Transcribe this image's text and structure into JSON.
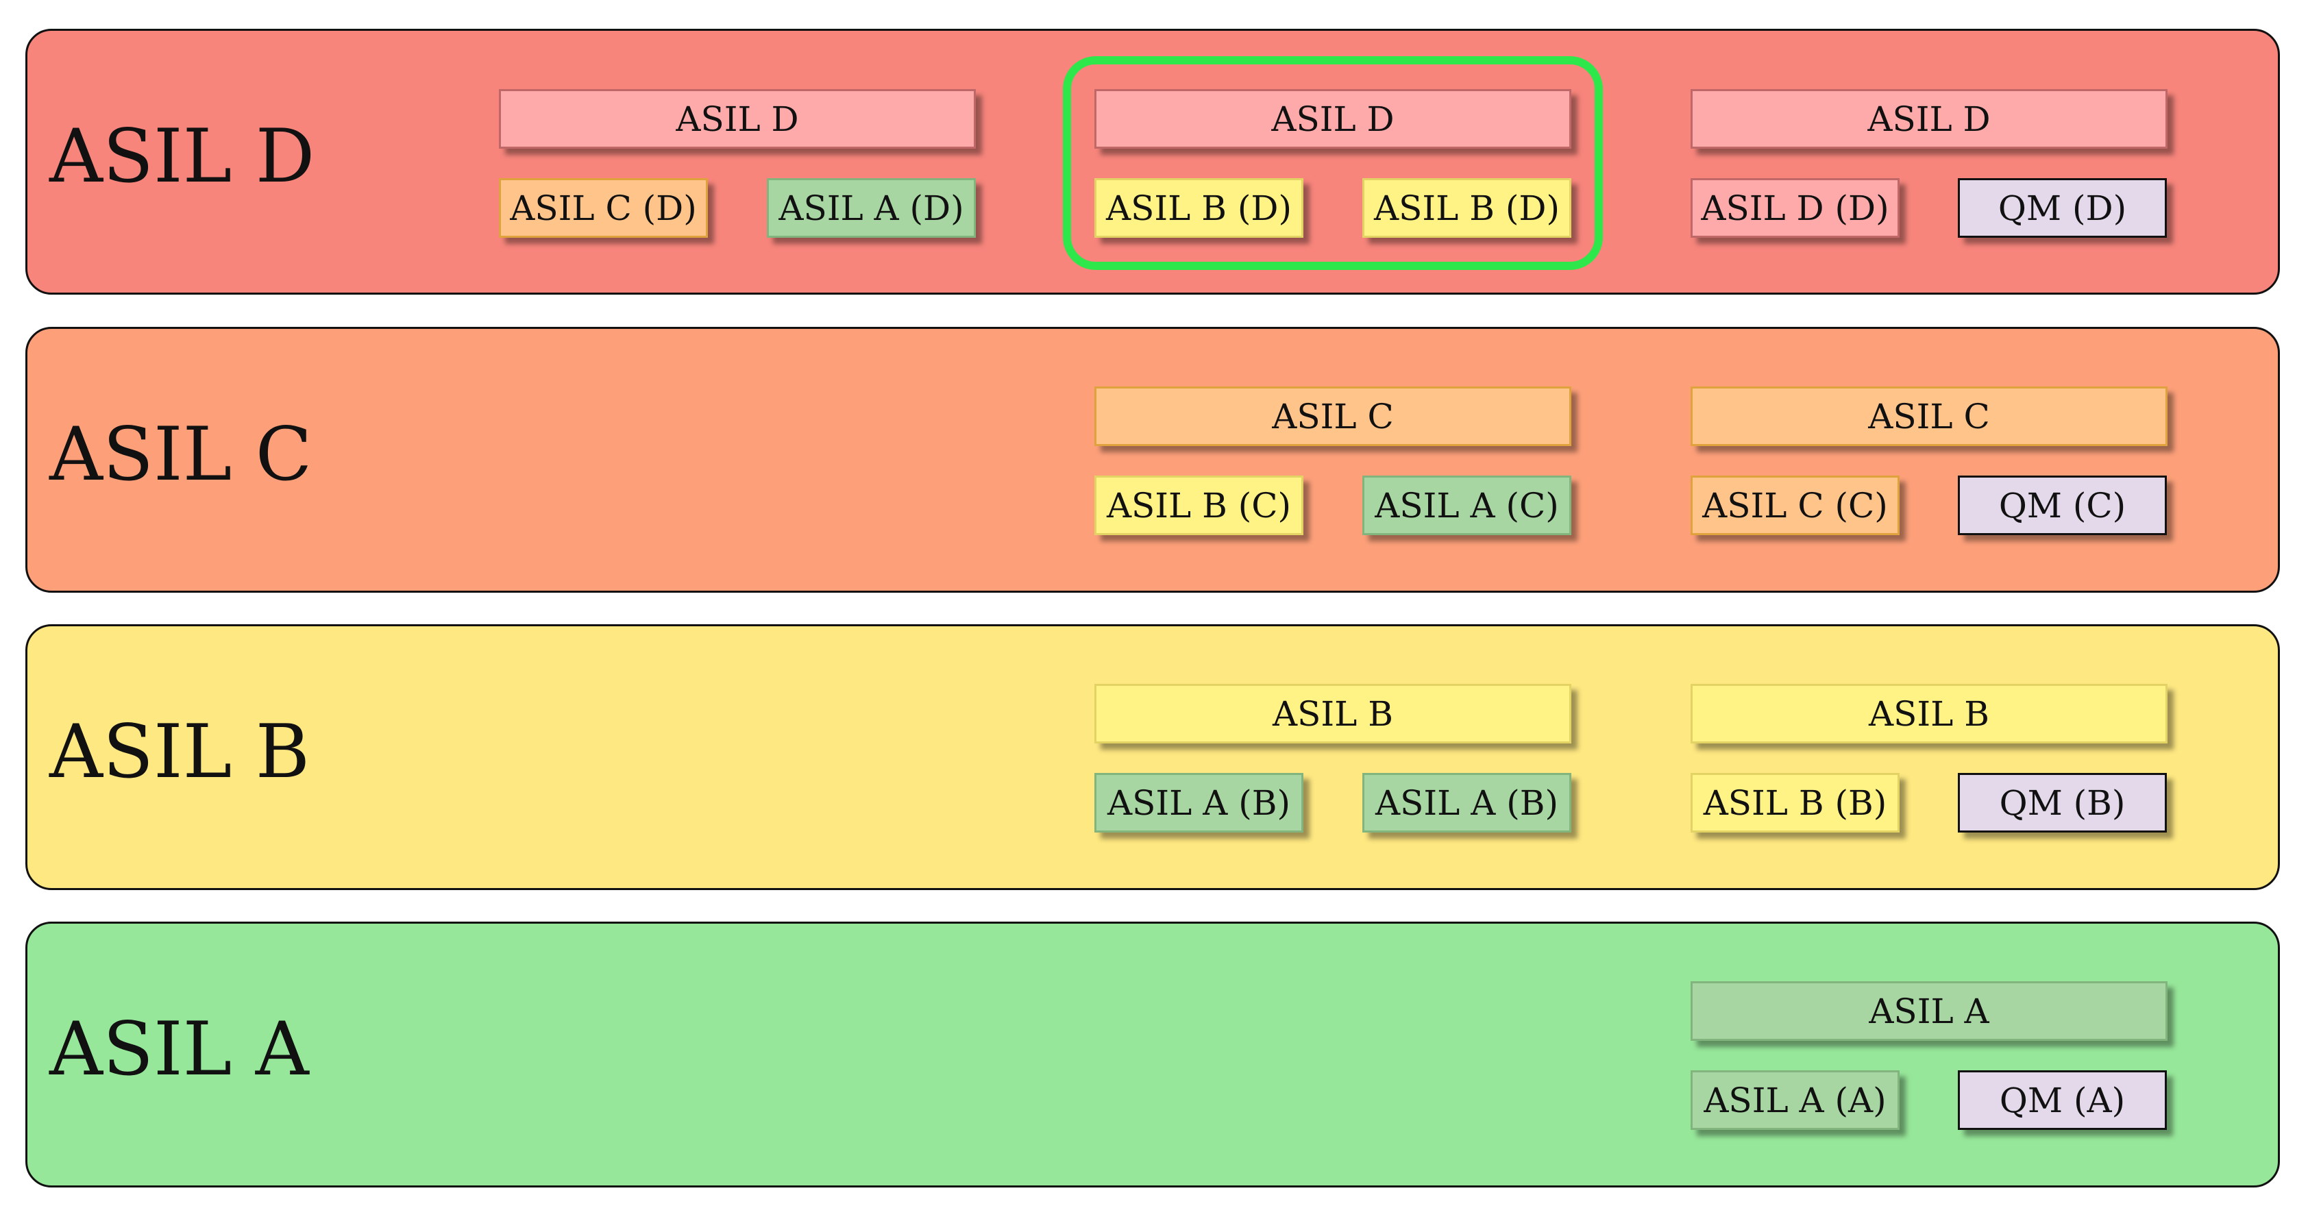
{
  "colors": {
    "row_d": "#f7857c",
    "row_c": "#fda07a",
    "row_b": "#fee882",
    "row_a": "#97e79a",
    "highlight": "#2ee84b"
  },
  "rows": [
    {
      "title": "ASIL D",
      "groups": [
        {
          "parent": "ASIL D",
          "children": [
            "ASIL C (D)",
            "ASIL A (D)"
          ]
        },
        {
          "parent": "ASIL D",
          "children": [
            "ASIL B (D)",
            "ASIL B (D)"
          ]
        },
        {
          "parent": "ASIL D",
          "children": [
            "ASIL D (D)",
            "QM (D)"
          ]
        }
      ]
    },
    {
      "title": "ASIL C",
      "groups": [
        {
          "parent": "ASIL C",
          "children": [
            "ASIL B (C)",
            "ASIL A (C)"
          ]
        },
        {
          "parent": "ASIL C",
          "children": [
            "ASIL C (C)",
            "QM (C)"
          ]
        }
      ]
    },
    {
      "title": "ASIL B",
      "groups": [
        {
          "parent": "ASIL B",
          "children": [
            "ASIL A (B)",
            "ASIL A (B)"
          ]
        },
        {
          "parent": "ASIL B",
          "children": [
            "ASIL B (B)",
            "QM (B)"
          ]
        }
      ]
    },
    {
      "title": "ASIL A",
      "groups": [
        {
          "parent": "ASIL A",
          "children": [
            "ASIL A (A)",
            "QM (A)"
          ]
        }
      ]
    }
  ]
}
